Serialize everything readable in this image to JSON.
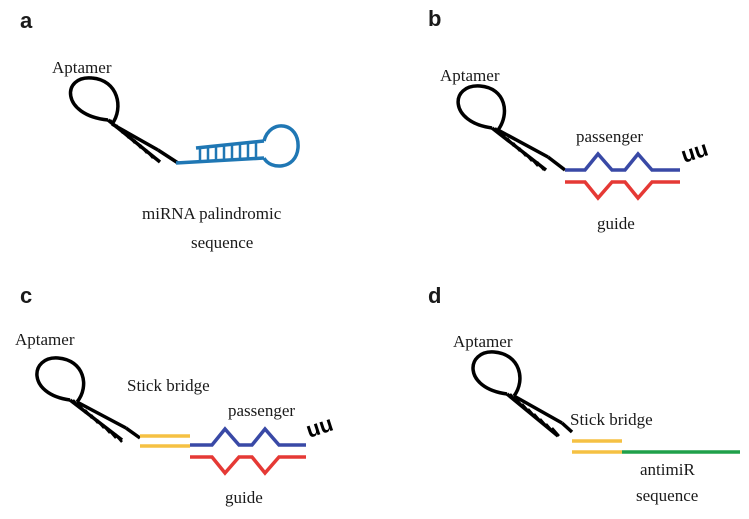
{
  "panels": {
    "a": {
      "label": "a",
      "aptamer_label": "Aptamer",
      "text_line1": "miRNA  palindromic",
      "text_line2": "sequence"
    },
    "b": {
      "label": "b",
      "aptamer_label": "Aptamer",
      "passenger_label": "passenger",
      "guide_label": "guide",
      "overhang": "uu"
    },
    "c": {
      "label": "c",
      "aptamer_label": "Aptamer",
      "bridge_label": "Stick bridge",
      "passenger_label": "passenger",
      "guide_label": "guide",
      "overhang": "uu"
    },
    "d": {
      "label": "d",
      "aptamer_label": "Aptamer",
      "bridge_label": "Stick bridge",
      "anti_line1": "antimiR",
      "anti_line2": "sequence"
    }
  },
  "colors": {
    "aptamer": "#000000",
    "palindromic": "#1f77b4",
    "passenger": "#3949a6",
    "guide": "#e53935",
    "stick_bridge": "#f5c143",
    "antimir": "#1fa04a"
  }
}
